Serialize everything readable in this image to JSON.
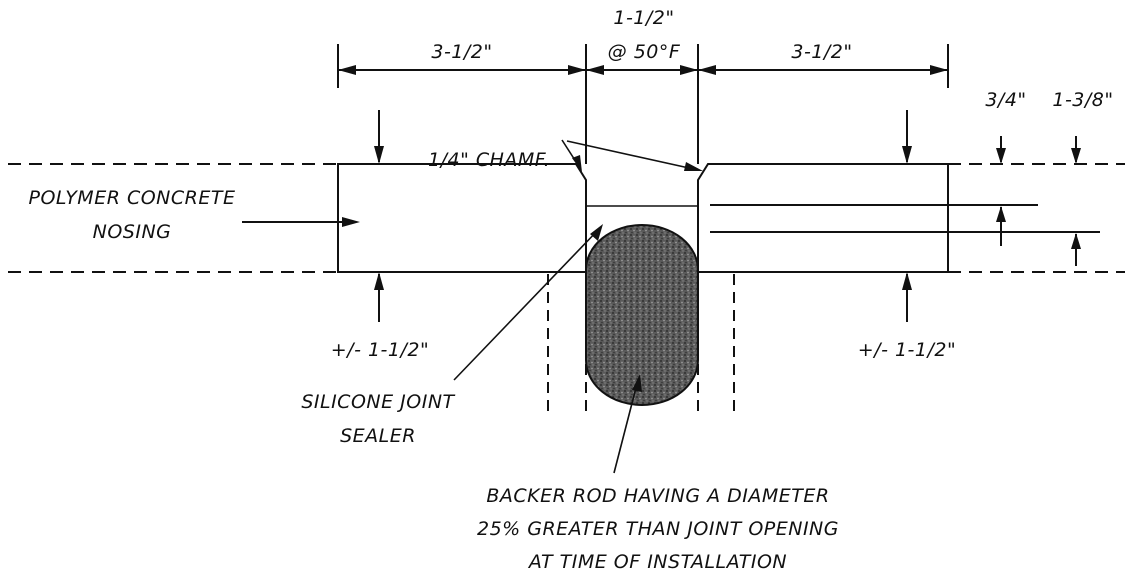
{
  "dimensions": {
    "left_width": "3-1/2\"",
    "joint_width": "1-1/2\"",
    "joint_temp": "@ 50°F",
    "right_width": "3-1/2\"",
    "right_depth_small": "3/4\"",
    "right_depth_large": "1-3/8\"",
    "left_tolerance": "+/- 1-1/2\"",
    "right_tolerance": "+/- 1-1/2\""
  },
  "labels": {
    "chamfer": "1/4\" CHAMF.",
    "nosing_line1": "POLYMER CONCRETE",
    "nosing_line2": "NOSING",
    "sealer_line1": "SILICONE JOINT",
    "sealer_line2": "SEALER",
    "backer_line1": "BACKER ROD HAVING A DIAMETER",
    "backer_line2": "25% GREATER THAN JOINT OPENING",
    "backer_line3": "AT TIME OF INSTALLATION"
  }
}
